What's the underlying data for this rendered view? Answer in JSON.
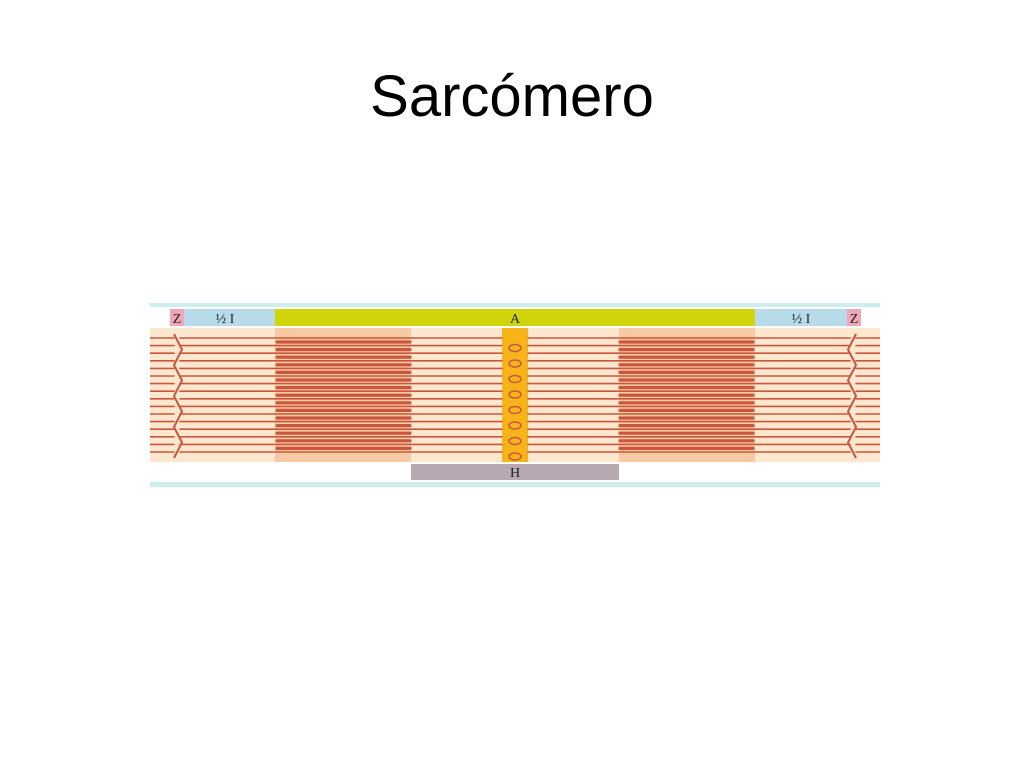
{
  "slide": {
    "title": "Sarcómero"
  },
  "diagram": {
    "labels": {
      "z_left": "Z",
      "half_i_left": "½ I",
      "a_band": "A",
      "half_i_right": "½ I",
      "z_right": "Z",
      "h_zone": "H"
    },
    "colors": {
      "frame": "#cdeeea",
      "i_band": "#b7dbe9",
      "a_band": "#cfd40b",
      "z_tag": "#f1a6b7",
      "h_zone": "#b7a8b2",
      "filament_bg": "#fde7cf",
      "myosin_zone": "#f8c9a3",
      "m_line": "#f7b31a",
      "filament": "#c9573e"
    }
  }
}
